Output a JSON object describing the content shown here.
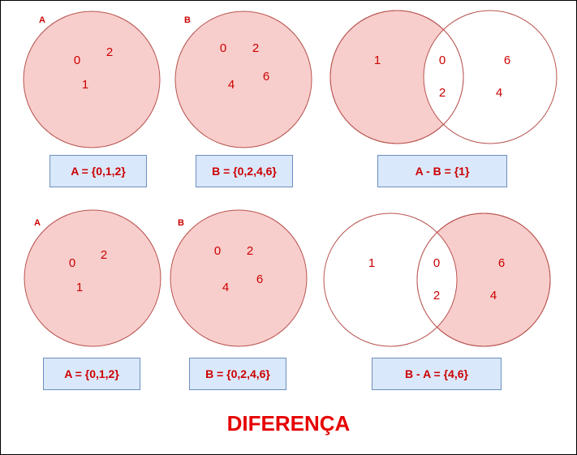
{
  "colors": {
    "fill": "#f8cecc",
    "stroke": "#b85450",
    "text": "#cc0000",
    "title": "#e60000",
    "box_fill": "#dae8fc",
    "box_stroke": "#6c8ebf"
  },
  "title": "DIFERENÇA",
  "top_row": {
    "set_a": {
      "label": "A",
      "elements": [
        "0",
        "2",
        "1"
      ],
      "caption": "A = {0,1,2}"
    },
    "set_b": {
      "label": "B",
      "elements": [
        "0",
        "2",
        "4",
        "6"
      ],
      "caption": "B = {0,2,4,6}"
    },
    "venn": {
      "left_only": [
        "1"
      ],
      "intersection": [
        "0",
        "2"
      ],
      "right_only": [
        "6",
        "4"
      ],
      "caption": "A - B = {1}"
    }
  },
  "bottom_row": {
    "set_a": {
      "label": "A",
      "elements": [
        "0",
        "2",
        "1"
      ],
      "caption": "A = {0,1,2}"
    },
    "set_b": {
      "label": "B",
      "elements": [
        "0",
        "2",
        "4",
        "6"
      ],
      "caption": "B = {0,2,4,6}"
    },
    "venn": {
      "left_only": [
        "1"
      ],
      "intersection": [
        "0",
        "2"
      ],
      "right_only": [
        "6",
        "4"
      ],
      "caption": "B - A = {4,6}"
    }
  }
}
